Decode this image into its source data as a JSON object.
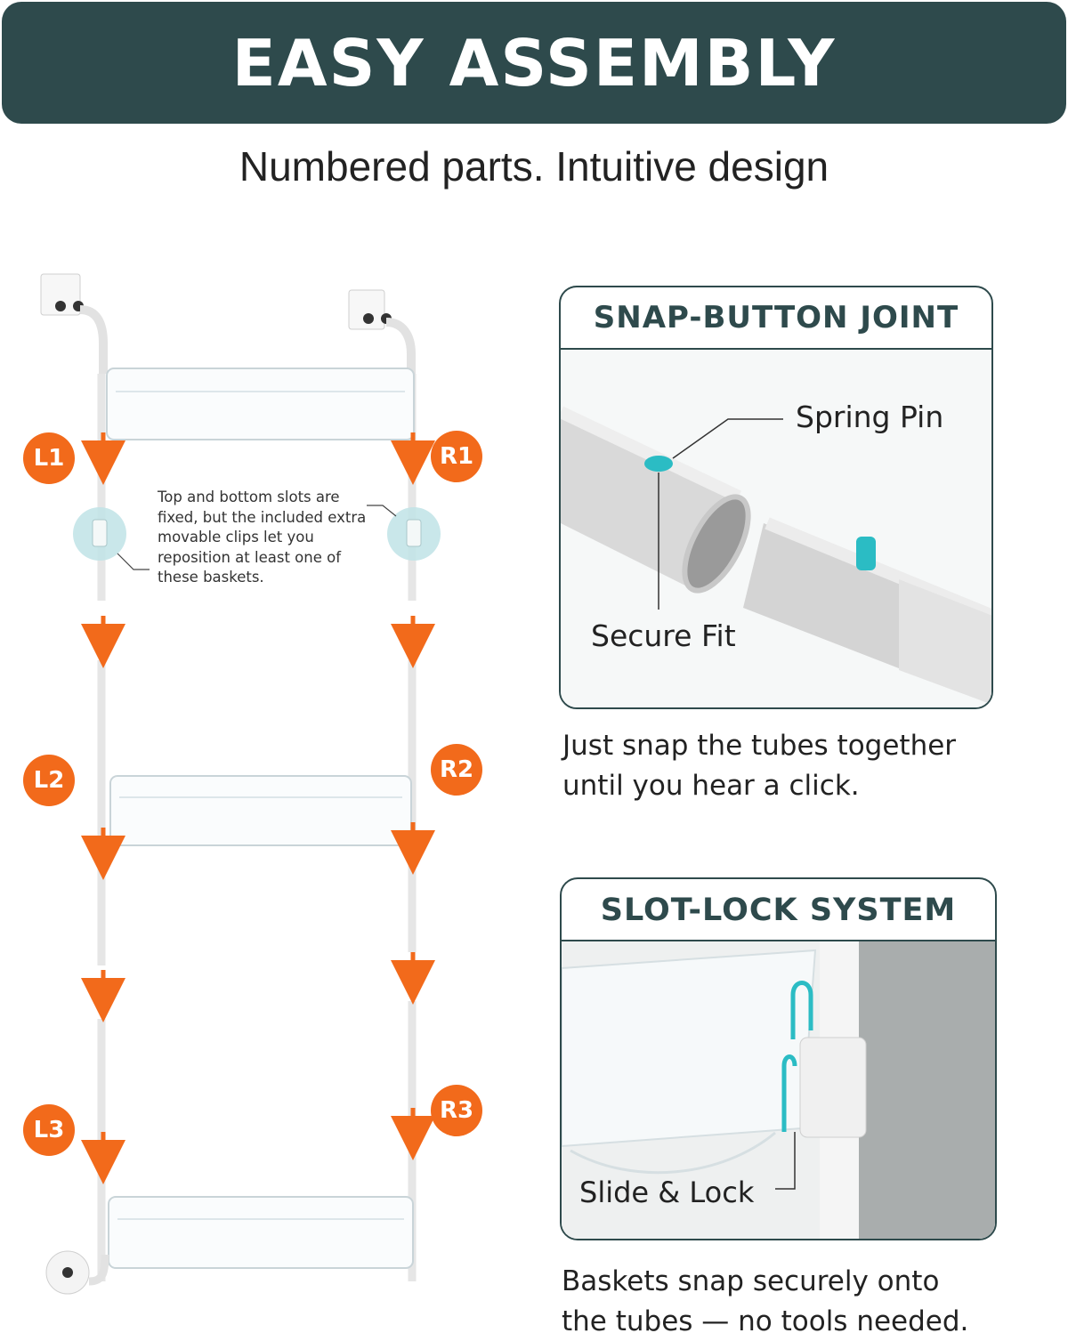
{
  "header": {
    "title": "EASY ASSEMBLY",
    "subtitle": "Numbered parts. Intuitive design"
  },
  "diagram": {
    "labels": {
      "l1": "L1",
      "r1": "R1",
      "l2": "L2",
      "r2": "R2",
      "l3": "L3",
      "r3": "R3"
    },
    "note": "Top and bottom slots are fixed, but the included extra movable clips let you reposition at least one of these baskets.",
    "accent_color": "#f26a1b"
  },
  "snap_panel": {
    "title": "SNAP-BUTTON JOINT",
    "callout_pin": "Spring Pin",
    "callout_fit": "Secure Fit",
    "caption_line1": "Just snap the tubes together",
    "caption_line2": "until you hear a click.",
    "accent_color": "#2bbcc4"
  },
  "slot_panel": {
    "title": "SLOT-LOCK SYSTEM",
    "callout": "Slide & Lock",
    "caption_line1": "Baskets snap securely onto",
    "caption_line2": "the tubes — no tools needed."
  },
  "colors": {
    "banner": "#2e4a4c",
    "heading": "#2e4a4c",
    "badge": "#f26a1b",
    "teal": "#2bbcc4"
  }
}
